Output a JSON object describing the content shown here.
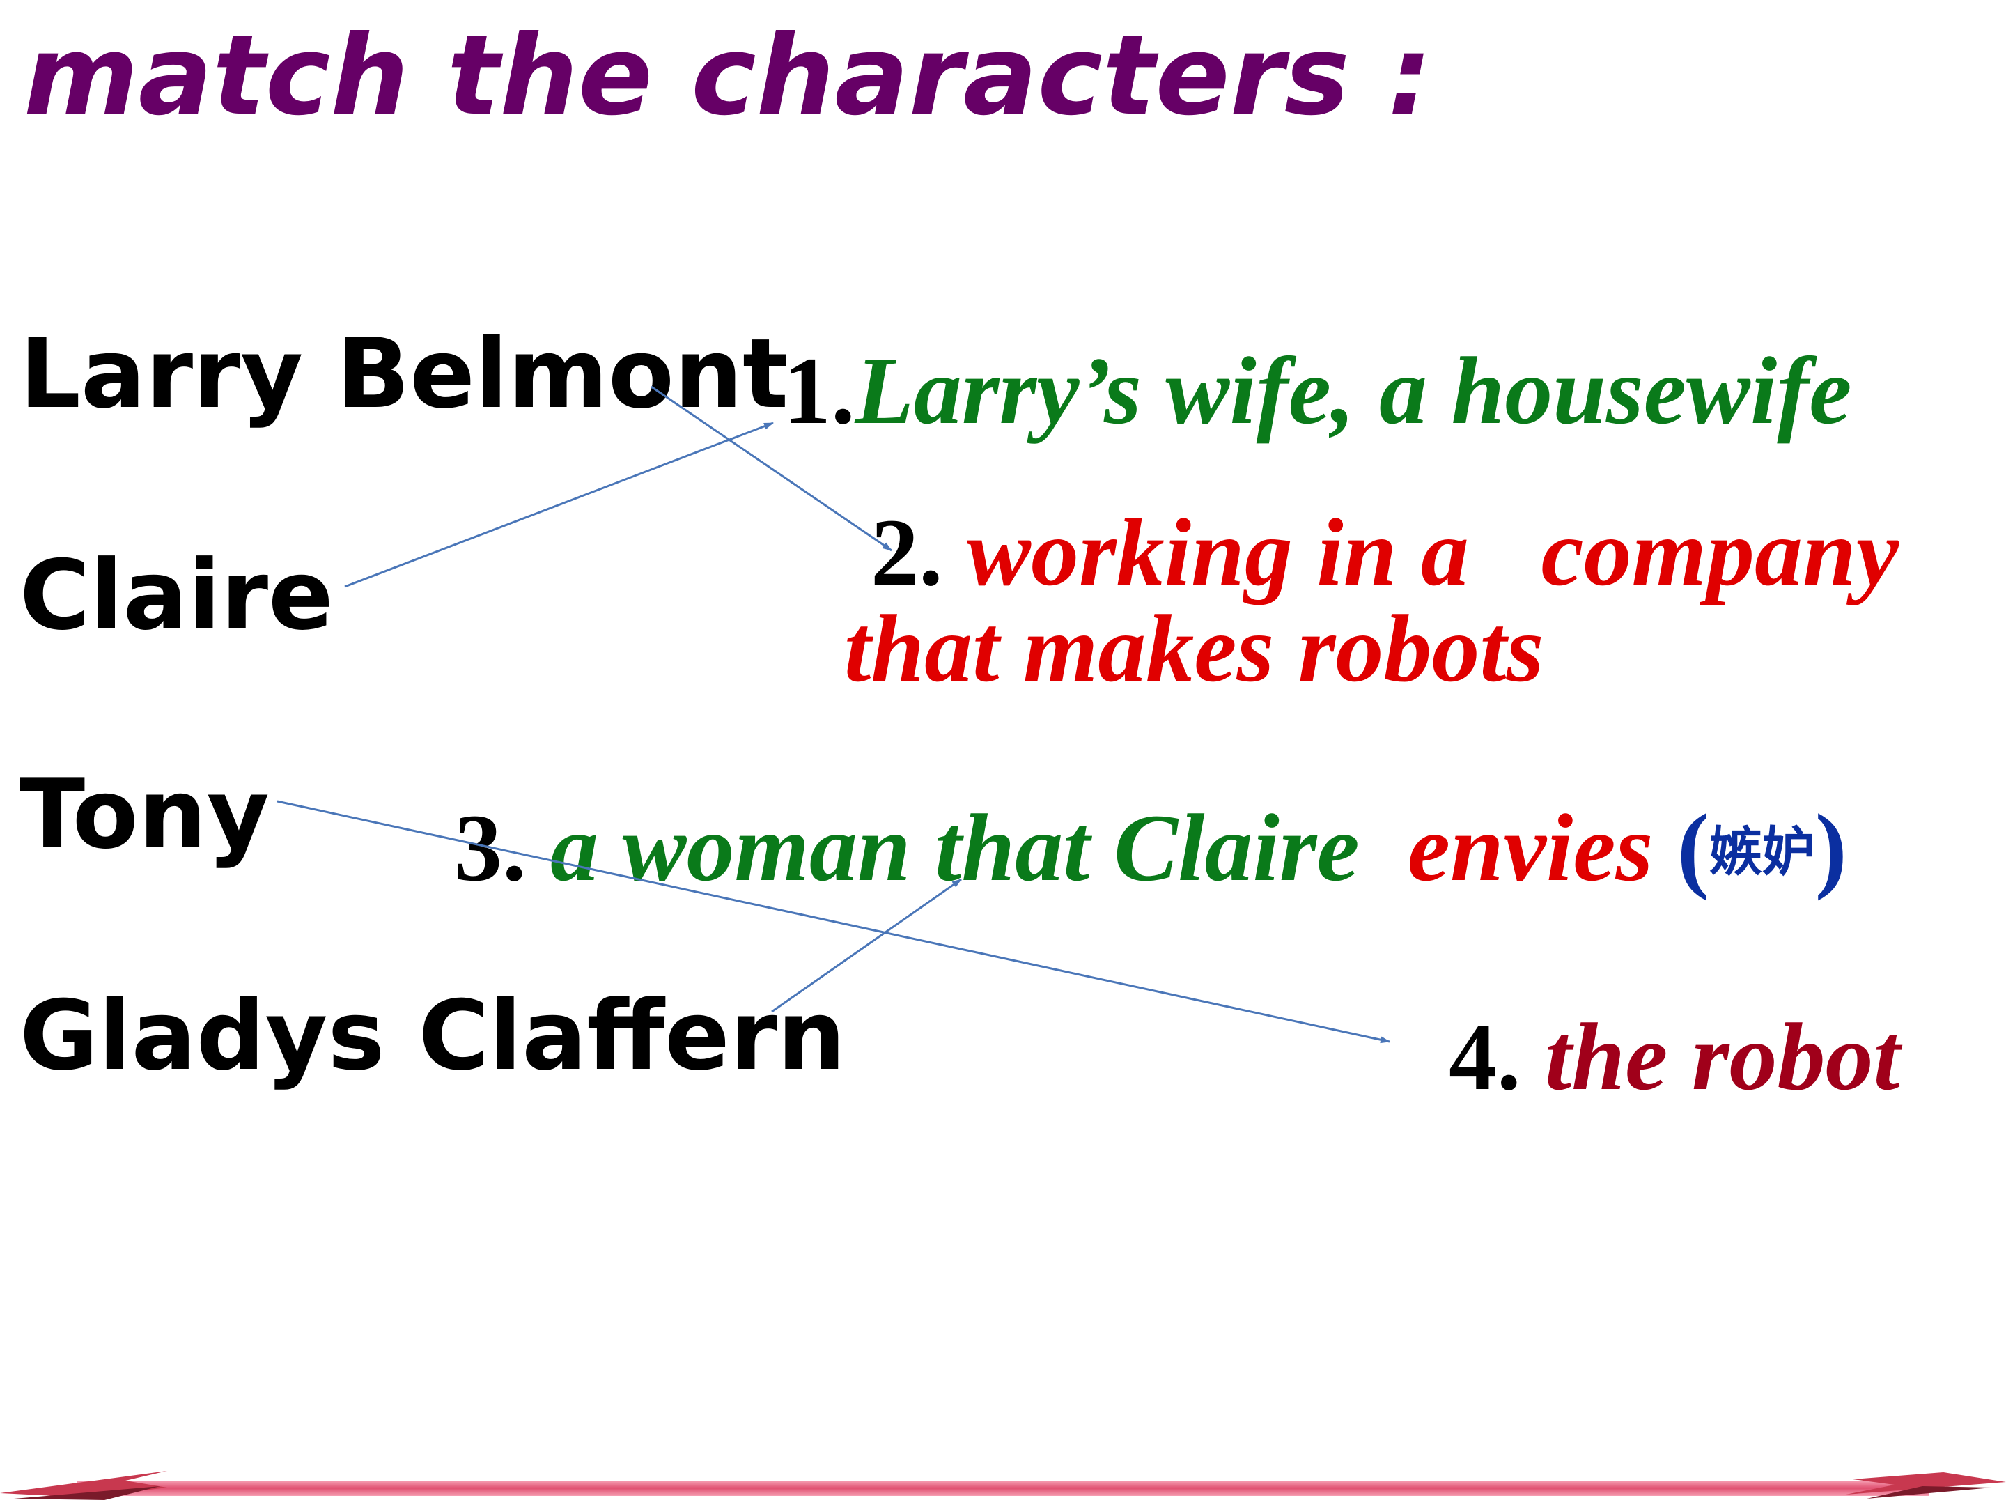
{
  "title": "match the characters :",
  "names": [
    {
      "label": "Larry Belmont"
    },
    {
      "label": "Claire"
    },
    {
      "label": "Tony"
    },
    {
      "label": "Gladys Claffern"
    }
  ],
  "descriptions": [
    {
      "number": "1.",
      "text": "Larry’s wife, a housewife"
    },
    {
      "number": "2.",
      "line1": "working in a   company",
      "line2": "that makes robots"
    },
    {
      "number": "3.",
      "text": "a woman that Claire",
      "highlight": "envies",
      "paren_open": "(",
      "note": "嫉妒",
      "paren_close": ")"
    },
    {
      "number": "4.",
      "text": "the robot"
    }
  ],
  "colors": {
    "title": "#660066",
    "green": "#0a7a1a",
    "red": "#e00000",
    "dark_red": "#a0001a",
    "blue": "#0b2fa0",
    "arrow": "#4a76b8",
    "footer_bar": "#e05070"
  }
}
